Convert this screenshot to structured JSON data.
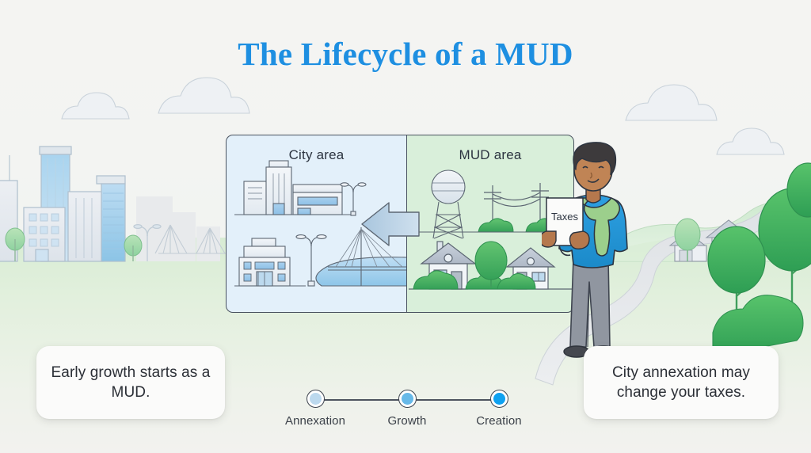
{
  "title": "The Lifecycle of a MUD",
  "colors": {
    "title_blue": "#1e8fe1",
    "city_panel": "#e3f0fa",
    "mud_panel": "#d9efda",
    "outline": "#4a5360",
    "dot_annexation": "#bcd9ee",
    "dot_growth": "#67b9e8",
    "dot_creation": "#0ea1f0",
    "card_bg": "#fbfbfa",
    "sky": "#f4f4f2",
    "grass": "#dcefd7"
  },
  "diagram": {
    "city_panel_label": "City area",
    "mud_panel_label": "MUD area",
    "arrow_direction": "left",
    "arrow_name": "annexation-arrow",
    "city_scene_items": [
      "office-tower",
      "office-building",
      "low-rise-building",
      "street-lamp",
      "cable-stayed-bridge",
      "river"
    ],
    "mud_scene_items": [
      "water-tower",
      "power-pole",
      "power-lines",
      "house",
      "house",
      "tree",
      "bush"
    ]
  },
  "person": {
    "name": "resident-illustration",
    "document_label": "Taxes",
    "shirt_color": "#2196d9",
    "sweater_color": "#8cc97f",
    "pants_color": "#8a8f97",
    "skin_color": "#b8794e",
    "hair_color": "#3d3a3c"
  },
  "callouts": [
    {
      "id": "early-growth",
      "text": "Early growth starts as a MUD."
    },
    {
      "id": "city-annexation",
      "text": "City annexation may change your taxes."
    }
  ],
  "timeline": {
    "steps": [
      {
        "label": "Annexation",
        "color": "#bcd9ee",
        "state": "early"
      },
      {
        "label": "Growth",
        "color": "#67b9e8",
        "state": "mid"
      },
      {
        "label": "Creation",
        "color": "#0ea1f0",
        "state": "current"
      }
    ]
  },
  "background": {
    "left_scene": "city-skyline",
    "right_scene": "suburban-countryside",
    "clouds": 4
  }
}
